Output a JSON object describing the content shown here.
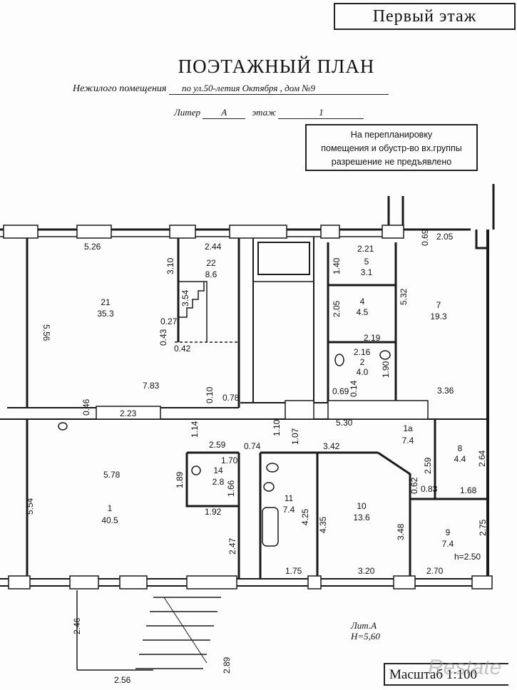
{
  "header_box": "Первый  этаж",
  "title": "ПОЭТАЖНЫЙ ПЛАН",
  "subtitle": {
    "label": "Нежилого помещения",
    "value": "по ул.50-летия Октября , дом №9"
  },
  "liter_line": {
    "liter_label": "Литер",
    "liter_value": "А",
    "floor_label": "этаж",
    "floor_value": "1"
  },
  "notice": [
    "На  перепланировку",
    "помещения и обустр-во вх.группы",
    "разрешение   не  предъявлено"
  ],
  "rooms": [
    {
      "number": "21",
      "area": "35.3"
    },
    {
      "number": "22",
      "area": "8.6"
    },
    {
      "number": "5",
      "area": "3.1"
    },
    {
      "number": "4",
      "area": "4.5"
    },
    {
      "number": "2",
      "area": "4.0"
    },
    {
      "number": "7",
      "area": "19.3"
    },
    {
      "number": "1",
      "area": "40.5"
    },
    {
      "number": "14",
      "area": "2.8"
    },
    {
      "number": "11",
      "area": "7.4"
    },
    {
      "number": "10",
      "area": "13.6"
    },
    {
      "number": "1а",
      "area": "7.4"
    },
    {
      "number": "8",
      "area": "4.4"
    },
    {
      "number": "9",
      "area": "7.4"
    }
  ],
  "dimensions": [
    "5.26",
    "2.44",
    "2.21",
    "0.69",
    "2.05",
    "5.56",
    "3.10",
    "3.54",
    "0.27",
    "0.43",
    "0.42",
    "1.40",
    "2.05",
    "5.32",
    "2.19",
    "2.16",
    "1.90",
    "0.69",
    "0.14",
    "3.36",
    "7.83",
    "0.10",
    "0.78",
    "0.46",
    "2.23",
    "1.14",
    "1.10",
    "1.07",
    "5.30",
    "0.74",
    "3.42",
    "2.59",
    "1.70",
    "1.89",
    "1.66",
    "1.92",
    "5.78",
    "5.54",
    "2.47",
    "4.25",
    "4.35",
    "2.59",
    "2.64",
    "0.62",
    "0.83",
    "1.68",
    "3.48",
    "2.75",
    "1.75",
    "3.20",
    "2.70",
    "2.46",
    "2.56",
    "2.89"
  ],
  "height_note": "h=2.50",
  "lit": {
    "line1": "Лит.А",
    "line2": "Н=5,60"
  },
  "scale": "Масштаб 1:100",
  "watermark": "Restate"
}
